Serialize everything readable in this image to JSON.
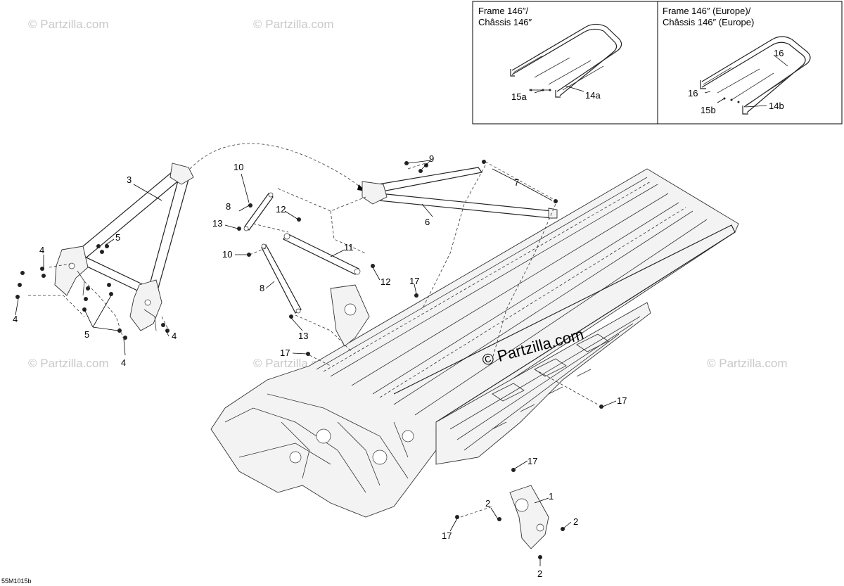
{
  "watermark": "© Partzilla.com",
  "drawing_code": "55M1015b",
  "insets": [
    {
      "title_line1": "Frame 146″/",
      "title_line2": "Châssis 146″",
      "labels": [
        "15a",
        "14a"
      ]
    },
    {
      "title_line1": "Frame 146″ (Europe)/",
      "title_line2": "Châssis 146″ (Europe)",
      "labels": [
        "16",
        "16",
        "15b",
        "14b"
      ]
    }
  ],
  "callouts": [
    "1",
    "2",
    "2",
    "2",
    "2",
    "3",
    "4",
    "4",
    "4",
    "4",
    "5",
    "5",
    "6",
    "7",
    "8",
    "8",
    "9",
    "10",
    "10",
    "11",
    "12",
    "12",
    "13",
    "13",
    "17",
    "17",
    "17",
    "17",
    "17"
  ]
}
